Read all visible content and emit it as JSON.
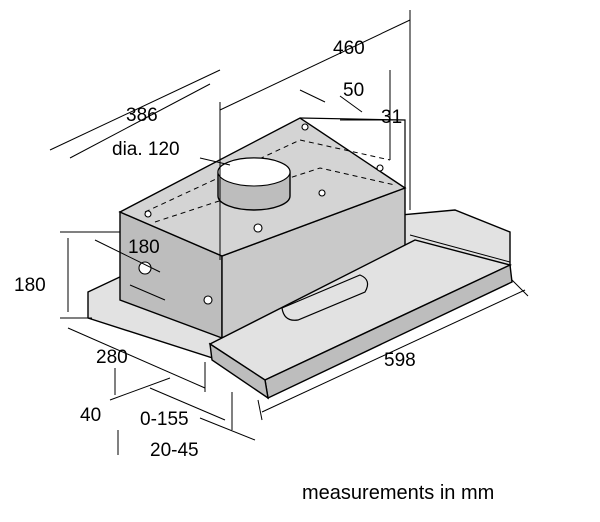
{
  "dimensions": {
    "width_top": "460",
    "offset_50": "50",
    "offset_31": "31",
    "depth_386": "386",
    "duct_diameter": "dia. 120",
    "duct_offset_180": "180",
    "height_180": "180",
    "depth_280": "280",
    "front_40": "40",
    "extension": "0-155",
    "front_trim": "20-45",
    "width_598": "598"
  },
  "footer": {
    "units_note": "measurements in mm"
  }
}
